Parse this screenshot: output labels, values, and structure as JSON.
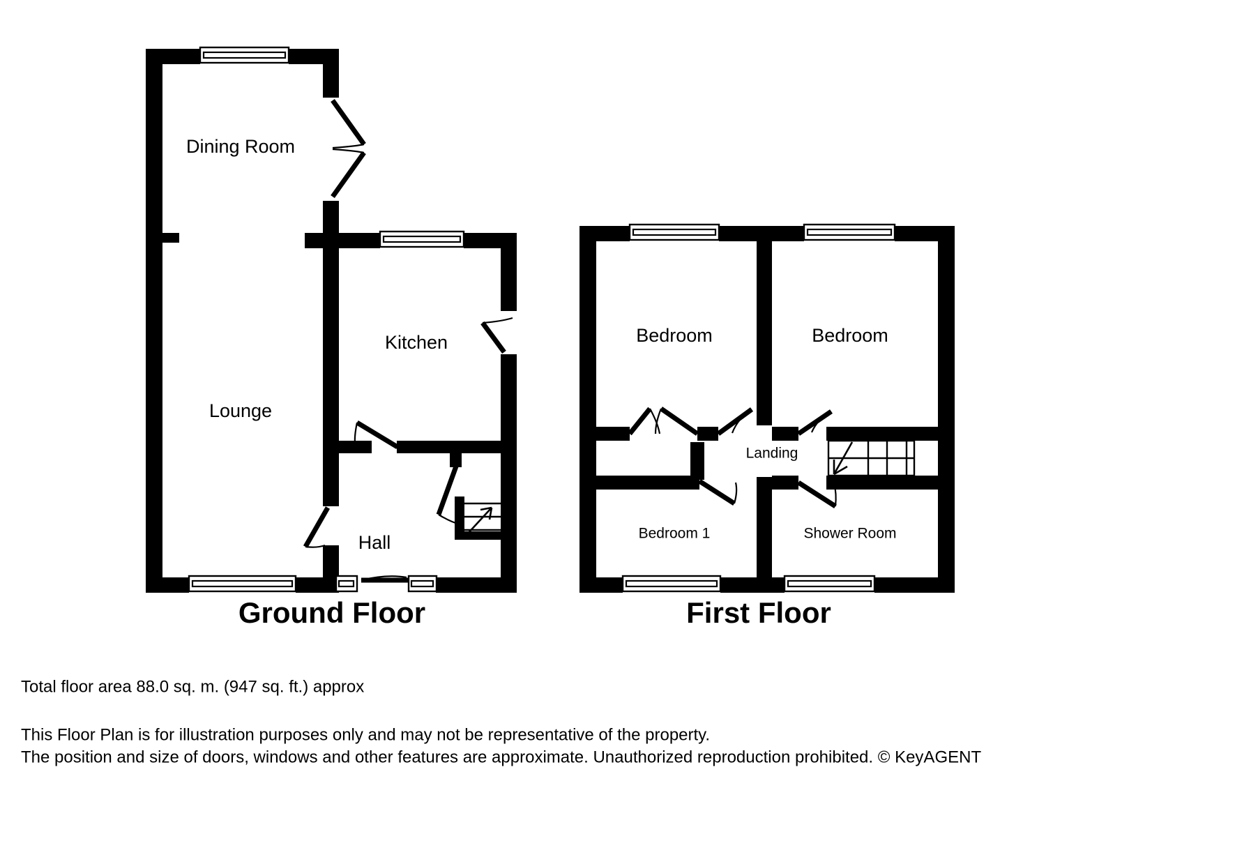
{
  "document": {
    "type": "floor-plan",
    "background_color": "#ffffff",
    "ink_color": "#000000"
  },
  "floors": [
    {
      "id": "ground",
      "title": "Ground Floor",
      "rooms": [
        {
          "name": "Dining Room",
          "label": "Dining Room",
          "size": "large"
        },
        {
          "name": "Lounge",
          "label": "Lounge",
          "size": "large"
        },
        {
          "name": "Kitchen",
          "label": "Kitchen",
          "size": "large"
        },
        {
          "name": "Hall",
          "label": "Hall",
          "size": "large"
        }
      ],
      "features": {
        "windows": 3,
        "doors": 6,
        "staircase": true
      }
    },
    {
      "id": "first",
      "title": "First Floor",
      "rooms": [
        {
          "name": "Bedroom",
          "label": "Bedroom",
          "size": "large"
        },
        {
          "name": "Bedroom",
          "label": "Bedroom",
          "size": "large"
        },
        {
          "name": "Landing",
          "label": "Landing",
          "size": "small"
        },
        {
          "name": "Bedroom 1",
          "label": "Bedroom 1",
          "size": "small"
        },
        {
          "name": "Shower Room",
          "label": "Shower Room",
          "size": "small"
        }
      ],
      "features": {
        "windows": 4,
        "doors": 6,
        "staircase": true
      }
    }
  ],
  "footer": {
    "area_line": "Total floor area 88.0 sq. m. (947 sq. ft.) approx",
    "disclaimer_line_1": "This Floor Plan is for illustration purposes only and may not be representative of the property.",
    "disclaimer_line_2": "The position and size of doors, windows and other features are approximate. Unauthorized reproduction prohibited. © KeyAGENT"
  }
}
